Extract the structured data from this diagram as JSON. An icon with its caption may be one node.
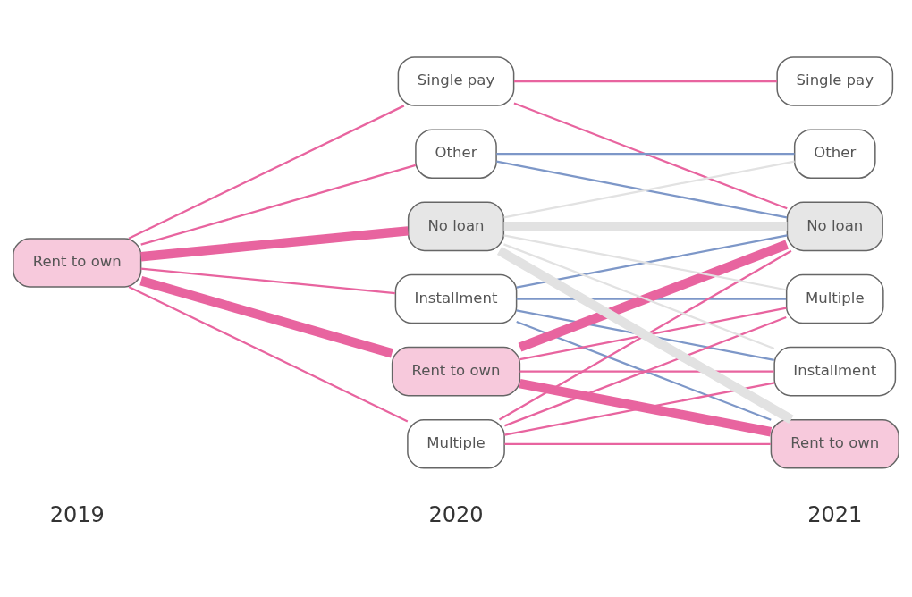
{
  "diagram": {
    "nodes": [
      {
        "text": [
          "Rent to own"
        ]
      },
      {
        "text": [
          "Installment"
        ]
      },
      {
        "text": [
          "Rent to own"
        ]
      },
      {
        "text": [
          "Single pay"
        ]
      },
      {
        "text": [
          "Multiple"
        ]
      },
      {
        "text": [
          "Other"
        ]
      },
      {
        "text": [
          "No loan"
        ]
      },
      {
        "text": [
          "Installment"
        ]
      },
      {
        "text": [
          "Rent to own"
        ]
      },
      {
        "text": [
          "Single pay"
        ]
      },
      {
        "text": [
          "Multiple"
        ]
      },
      {
        "text": [
          "Other"
        ]
      },
      {
        "text": [
          "No loan"
        ]
      }
    ],
    "edges": [
      {
        "from": 0,
        "to": 1,
        "arrow": "none"
      },
      {
        "from": 0,
        "to": 2,
        "arrow": "none",
        "style": "thick"
      },
      {
        "from": 0,
        "to": 3,
        "arrow": "none"
      },
      {
        "from": 0,
        "to": 4,
        "arrow": "none"
      },
      {
        "from": 0,
        "to": 5,
        "arrow": "none"
      },
      {
        "from": 0,
        "to": 6,
        "arrow": "none",
        "style": "thick"
      },
      {
        "from": 1,
        "to": 7,
        "arrow": "none",
        "color": "#7d97c8"
      },
      {
        "from": 1,
        "to": 8,
        "arrow": "none",
        "color": "#7d97c8"
      },
      {
        "from": 1,
        "to": 10,
        "arrow": "none",
        "color": "#7d97c8"
      },
      {
        "from": 1,
        "to": 12,
        "arrow": "none",
        "color": "#7d97c8"
      },
      {
        "from": 2,
        "to": 7,
        "arrow": "none"
      },
      {
        "from": 2,
        "to": 8,
        "arrow": "none",
        "style": "thick"
      },
      {
        "from": 2,
        "to": 10,
        "arrow": "none"
      },
      {
        "from": 2,
        "to": 12,
        "arrow": "none",
        "style": "thick"
      },
      {
        "from": 3,
        "to": 9,
        "arrow": "none"
      },
      {
        "from": 3,
        "to": 12,
        "arrow": "none"
      },
      {
        "from": 4,
        "to": 7,
        "arrow": "none"
      },
      {
        "from": 4,
        "to": 8,
        "arrow": "none"
      },
      {
        "from": 4,
        "to": 10,
        "arrow": "none"
      },
      {
        "from": 4,
        "to": 12,
        "arrow": "none"
      },
      {
        "from": 5,
        "to": 11,
        "arrow": "none",
        "color": "#7d97c8"
      },
      {
        "from": 5,
        "to": 12,
        "arrow": "none",
        "color": "#7d97c8"
      },
      {
        "from": 6,
        "to": 7,
        "arrow": "none",
        "color": "#e2e2e2"
      },
      {
        "from": 6,
        "to": 8,
        "arrow": "none",
        "style": "thick",
        "color": "#e2e2e2"
      },
      {
        "from": 6,
        "to": 10,
        "arrow": "none",
        "color": "#e2e2e2"
      },
      {
        "from": 6,
        "to": 11,
        "arrow": "none",
        "color": "#e2e2e2"
      },
      {
        "from": 6,
        "to": 12,
        "arrow": "none",
        "style": "thick",
        "color": "#e2e2e2"
      }
    ],
    "labels": [
      "2019",
      "2020",
      "2021"
    ]
  }
}
